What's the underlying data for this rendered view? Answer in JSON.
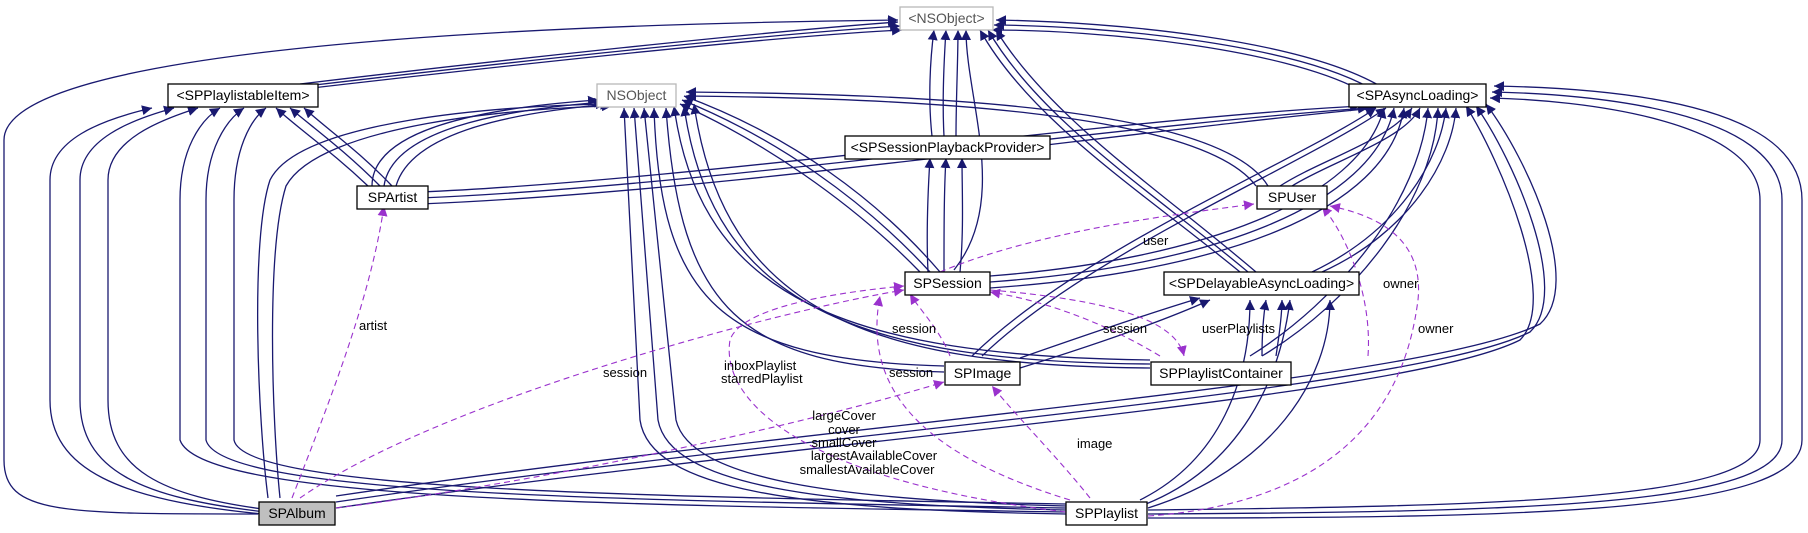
{
  "colors": {
    "inheritance": "#191970",
    "usage": "#9a32cd",
    "node_border": "#000000",
    "protocol_border": "#b8b8b8",
    "highlight_fill": "#bfbfbf"
  },
  "nodes": {
    "nsobject_protocol": "<NSObject>",
    "spplaylistable": "<SPPlaylistableItem>",
    "nsobject": "NSObject",
    "spasync": "<SPAsyncLoading>",
    "spsessionplayback": "<SPSessionPlaybackProvider>",
    "spartist": "SPArtist",
    "spuser": "SPUser",
    "spsession": "SPSession",
    "spdelayable": "<SPDelayableAsyncLoading>",
    "spimage": "SPImage",
    "spplaylistcontainer": "SPPlaylistContainer",
    "spalbum": "SPAlbum",
    "spplaylist": "SPPlaylist"
  },
  "edge_labels": {
    "artist": "artist",
    "session_album": "session",
    "inbox_playlist": "inboxPlaylist",
    "starred_playlist": "starredPlaylist",
    "session_image": "session",
    "session_playlist": "session",
    "session_container": "session",
    "user": "user",
    "owner_container": "owner",
    "owner_playlist": "owner",
    "user_playlists": "userPlaylists",
    "image": "image",
    "large_cover": "largeCover",
    "cover": "cover",
    "small_cover": "smallCover",
    "largest_available_cover": "largestAvailableCover",
    "smallest_available_cover": "smallestAvailableCover"
  }
}
